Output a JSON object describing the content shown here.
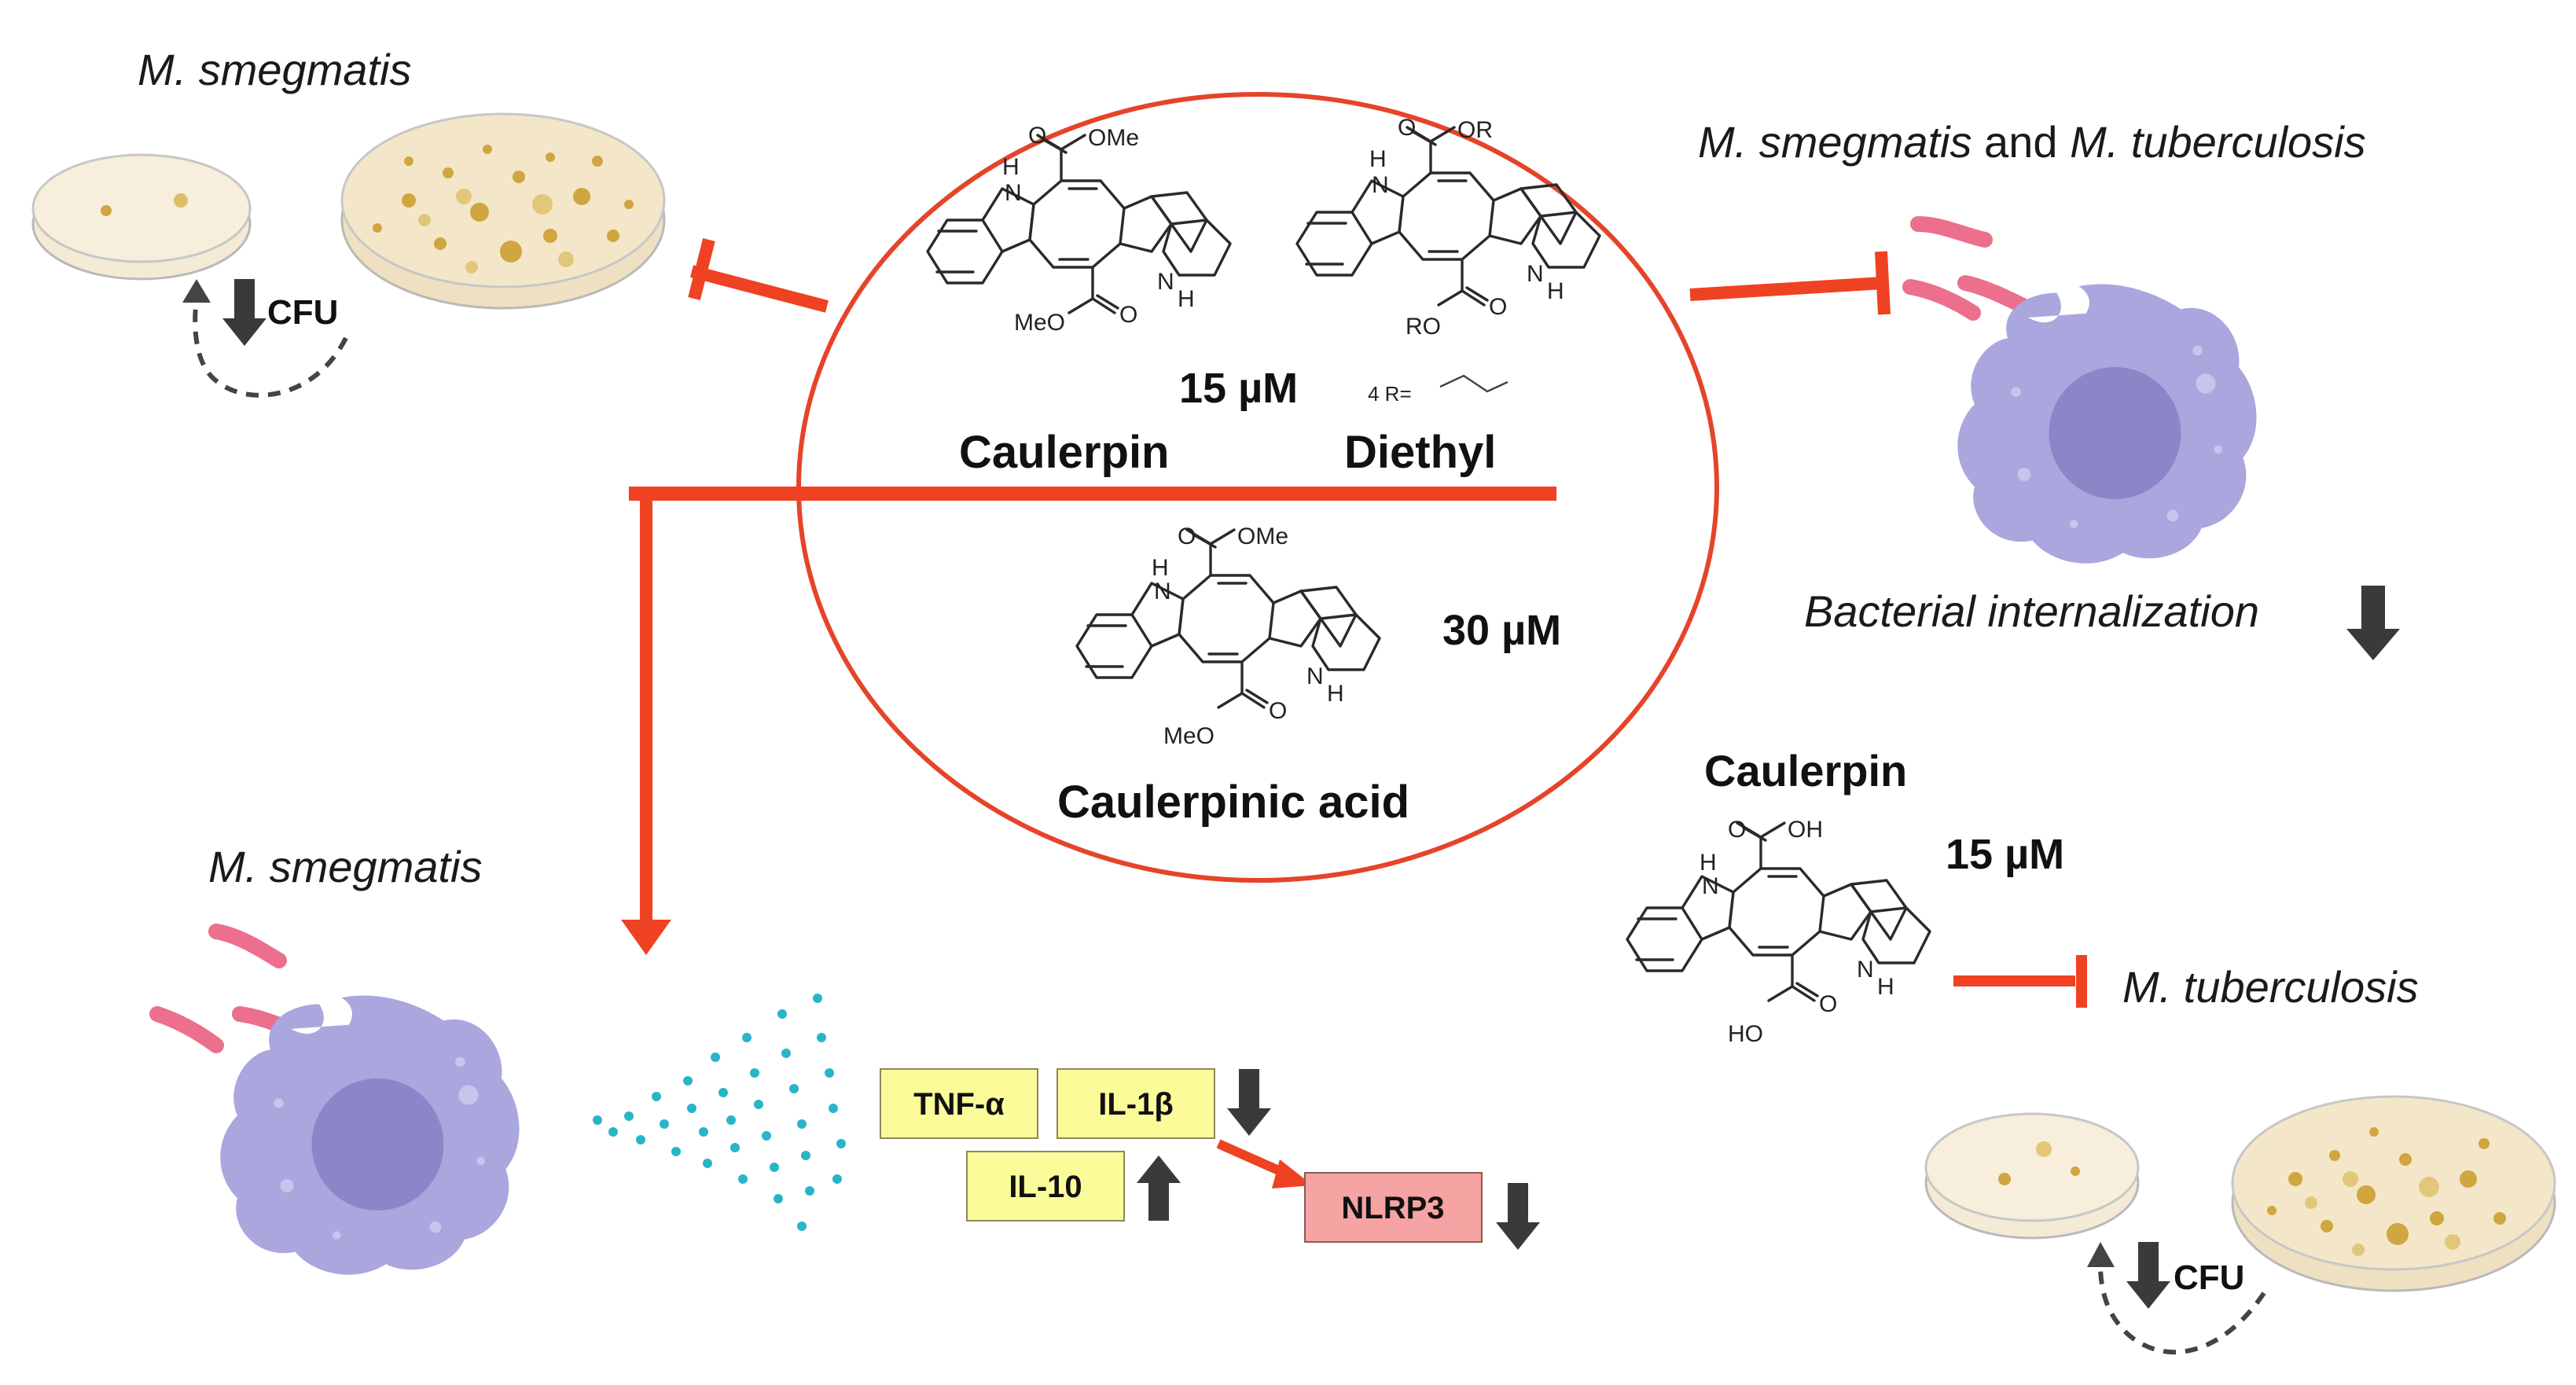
{
  "labels": {
    "top_left_title": "M. smegmatis",
    "top_right_title_a": "M. smegmatis",
    "top_right_title_and": " and ",
    "top_right_title_b": "M. tuberculosis",
    "bottom_left_title": "M. smegmatis",
    "cfu_top": "CFU",
    "cfu_bottom": "CFU",
    "bacterial_internalization": "Bacterial internalization",
    "mtb_label": "M. tuberculosis"
  },
  "circle": {
    "conc_top": "15 µM",
    "r_label": "4 R=",
    "caulerpin_name": "Caulerpin",
    "diethyl_name": "Diethyl",
    "conc_bottom": "30 µM",
    "caulerpinic_name": "Caulerpinic acid"
  },
  "right_compound": {
    "name": "Caulerpin",
    "conc": "15 µM"
  },
  "chem": {
    "ome": "OMe",
    "meo": "MeO",
    "or": "OR",
    "ro": "RO",
    "o": "O",
    "oh": "OH",
    "ho": "HO",
    "h": "H",
    "n": "N"
  },
  "cytokines": {
    "tnf": "TNF-α",
    "il1b": "IL-1β",
    "il10": "IL-10",
    "nlrp3": "NLRP3"
  },
  "colors": {
    "accent_red": "#ee4222",
    "cytokine_box": "#fbfb9a",
    "nlrp3_box": "#f6a3a3",
    "macrophage": "#a8a4dc",
    "nucleus": "#8985c6",
    "bacteria": "#ec6f8d",
    "dots": "#29b5c8",
    "dark_arrow": "#333333"
  }
}
